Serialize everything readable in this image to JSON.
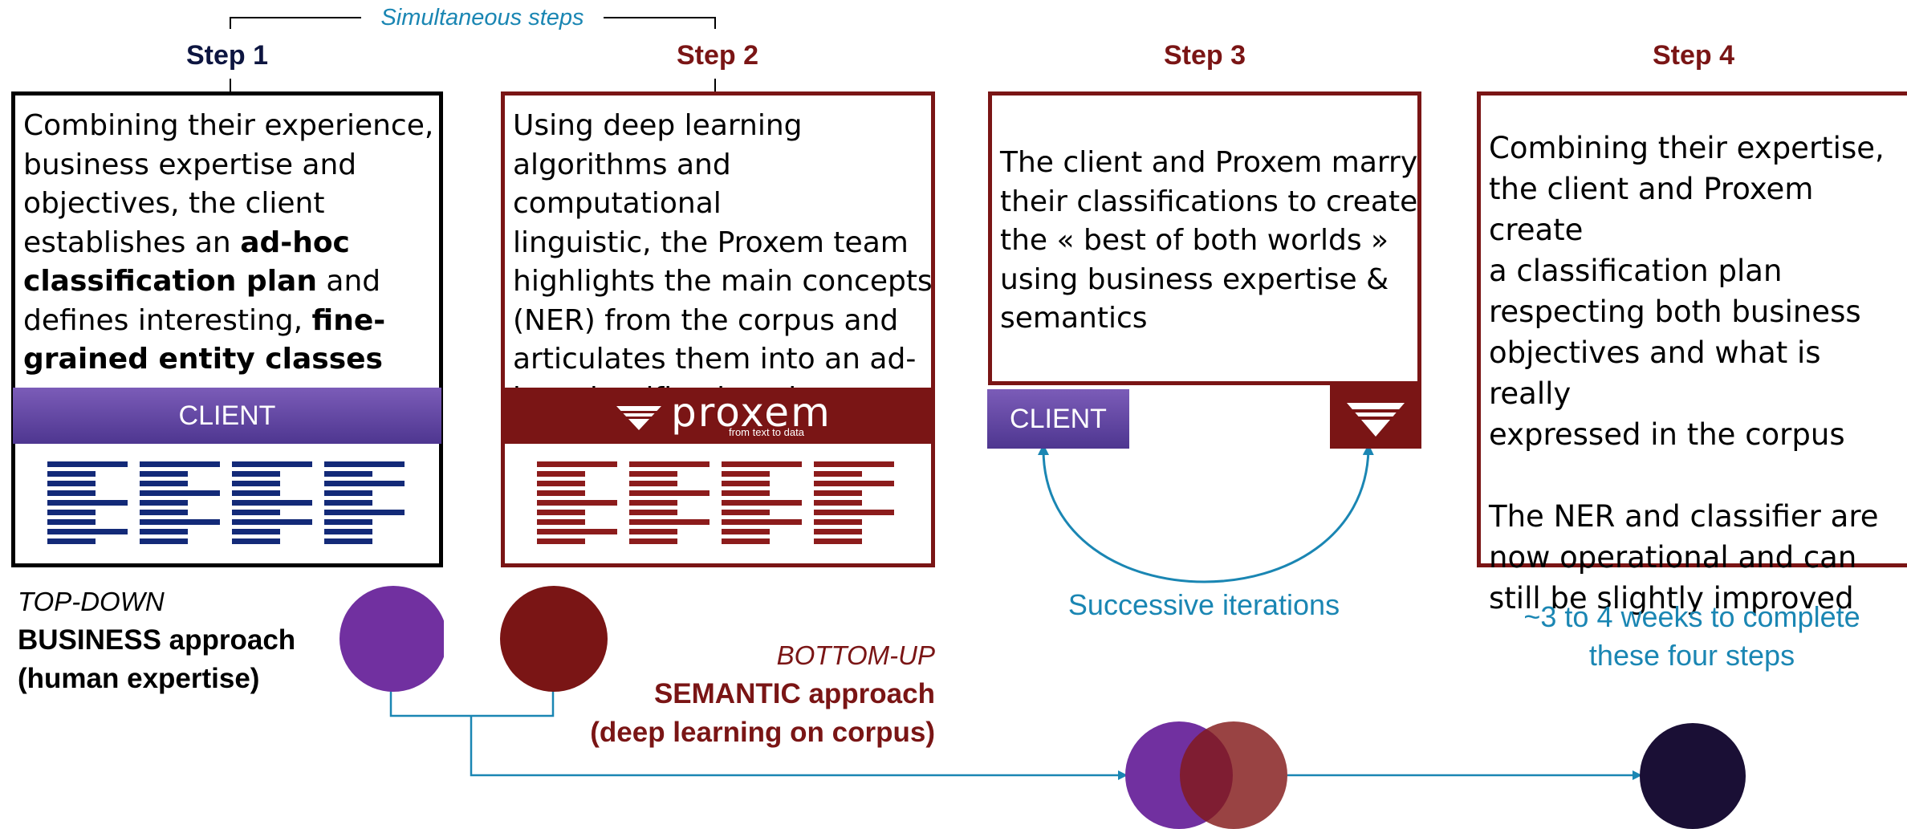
{
  "header": {
    "simultaneous_label": "Simultaneous steps"
  },
  "steps": [
    {
      "title": "Step 1"
    },
    {
      "title": "Step 2"
    },
    {
      "title": "Step 3"
    },
    {
      "title": "Step 4"
    }
  ],
  "step1": {
    "lines": [
      "Combining their experience,",
      "business expertise and",
      "objectives, the client",
      "establishes an ",
      "ad-hoc",
      "classification plan",
      " and",
      "defines interesting, ",
      "fine-",
      "grained entity classes"
    ],
    "client_label": "CLIENT"
  },
  "step2": {
    "lines": [
      "Using deep learning",
      "algorithms and computational",
      "linguistic, the Proxem team",
      "highlights the main concepts",
      "(NER) from the corpus and",
      "articulates them into an ad-",
      "hoc classification plan"
    ],
    "logo_text": "proxem",
    "logo_tagline": "from text to data"
  },
  "step3": {
    "lines": [
      "The client and Proxem marry",
      "their classifications to create",
      "the « best of both worlds »",
      "using business expertise &",
      "semantics"
    ],
    "client_label": "CLIENT",
    "iterations_label": "Successive iterations"
  },
  "step4": {
    "lines": [
      "Combining their expertise,",
      "the client and Proxem create",
      "a classification plan",
      "respecting both business",
      "objectives and what is really",
      "expressed in the corpus",
      "The NER and classifier are",
      "now operational and can",
      "still be slightly improved"
    ],
    "duration_line1": "~3 to 4 weeks to complete",
    "duration_line2": "these four steps"
  },
  "approaches": {
    "topdown_italic": "TOP-DOWN",
    "topdown_bold1": "BUSINESS approach",
    "topdown_bold2": "(human expertise)",
    "bottomup_italic": "BOTTOM-UP",
    "bottomup_bold1": "SEMANTIC approach",
    "bottomup_bold2": "(deep learning on corpus)"
  },
  "colors": {
    "navy": "#0d1540",
    "maroon": "#7a1515",
    "purple": "#7130a0",
    "blue": "#1a86b3",
    "dark_final": "#1a0f35",
    "doc_navy": "#132a78",
    "doc_red": "#8c1c1c"
  }
}
